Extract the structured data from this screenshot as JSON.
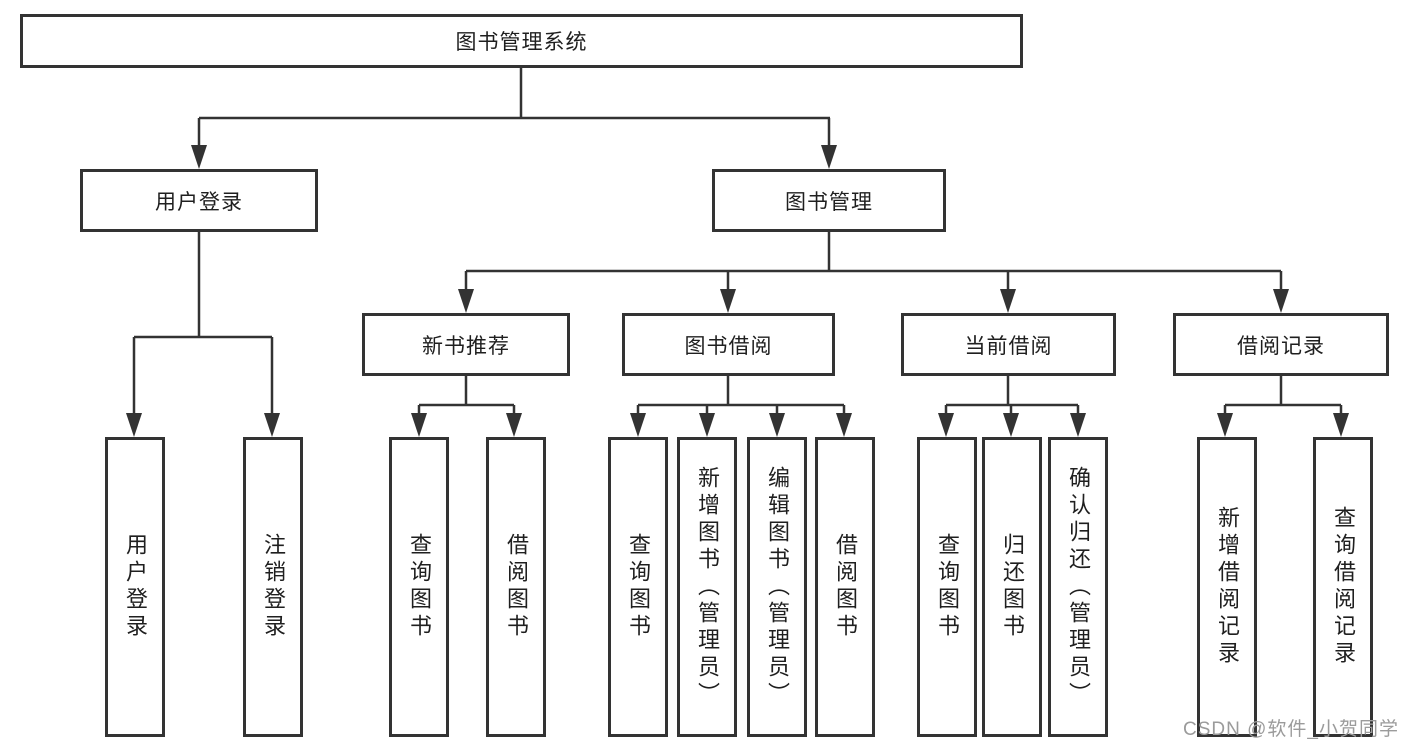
{
  "diagram": {
    "root": "图书管理系统",
    "branches": {
      "user_login": {
        "label": "用户登录",
        "children": [
          "用户登录",
          "注销登录"
        ]
      },
      "book_management": {
        "label": "图书管理",
        "children": [
          {
            "label": "新书推荐",
            "children": [
              "查询图书",
              "借阅图书"
            ]
          },
          {
            "label": "图书借阅",
            "children": [
              "查询图书",
              "新增图书（管理员）",
              "编辑图书（管理员）",
              "借阅图书"
            ]
          },
          {
            "label": "当前借阅",
            "children": [
              "查询图书",
              "归还图书",
              "确认归还（管理员）"
            ]
          },
          {
            "label": "借阅记录",
            "children": [
              "新增借阅记录",
              "查询借阅记录"
            ]
          }
        ]
      }
    }
  },
  "watermark": "CSDN @软件_小贺同学",
  "colors": {
    "line": "#333333",
    "box_border": "#333333",
    "box_fill": "#ffffff",
    "text": "#1f1f1f",
    "watermark": "#9b9b9b",
    "page_bg": "#ffffff"
  }
}
